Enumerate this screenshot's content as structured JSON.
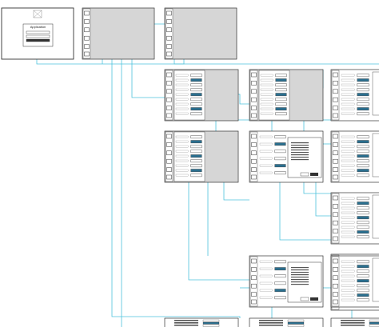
{
  "diagram": {
    "login_title": "Application",
    "screens": [
      {
        "id": "login",
        "kind": "login"
      },
      {
        "id": "home-a",
        "kind": "sidebar-grey"
      },
      {
        "id": "home-b",
        "kind": "sidebar-grey"
      },
      {
        "id": "detail-r2c1",
        "kind": "form-grey"
      },
      {
        "id": "detail-r2c2",
        "kind": "form-grey"
      },
      {
        "id": "detail-r2c3",
        "kind": "form-white"
      },
      {
        "id": "detail-r3c1",
        "kind": "form-grey"
      },
      {
        "id": "detail-r3c2",
        "kind": "dialog"
      },
      {
        "id": "detail-r3c3",
        "kind": "form-white"
      },
      {
        "id": "detail-r4c3",
        "kind": "form-white"
      },
      {
        "id": "detail-r5c3",
        "kind": "form-white"
      },
      {
        "id": "detail-r6c2",
        "kind": "dialog"
      },
      {
        "id": "detail-r6c3",
        "kind": "form-white"
      },
      {
        "id": "detail-r7c1",
        "kind": "partial"
      },
      {
        "id": "detail-r7c2",
        "kind": "partial"
      },
      {
        "id": "detail-r7c3",
        "kind": "partial"
      }
    ],
    "colors": {
      "connector": "#4fc3dc",
      "frame": "#333333",
      "panel": "#d6d6d6",
      "highlight": "#2a6f8f"
    }
  }
}
